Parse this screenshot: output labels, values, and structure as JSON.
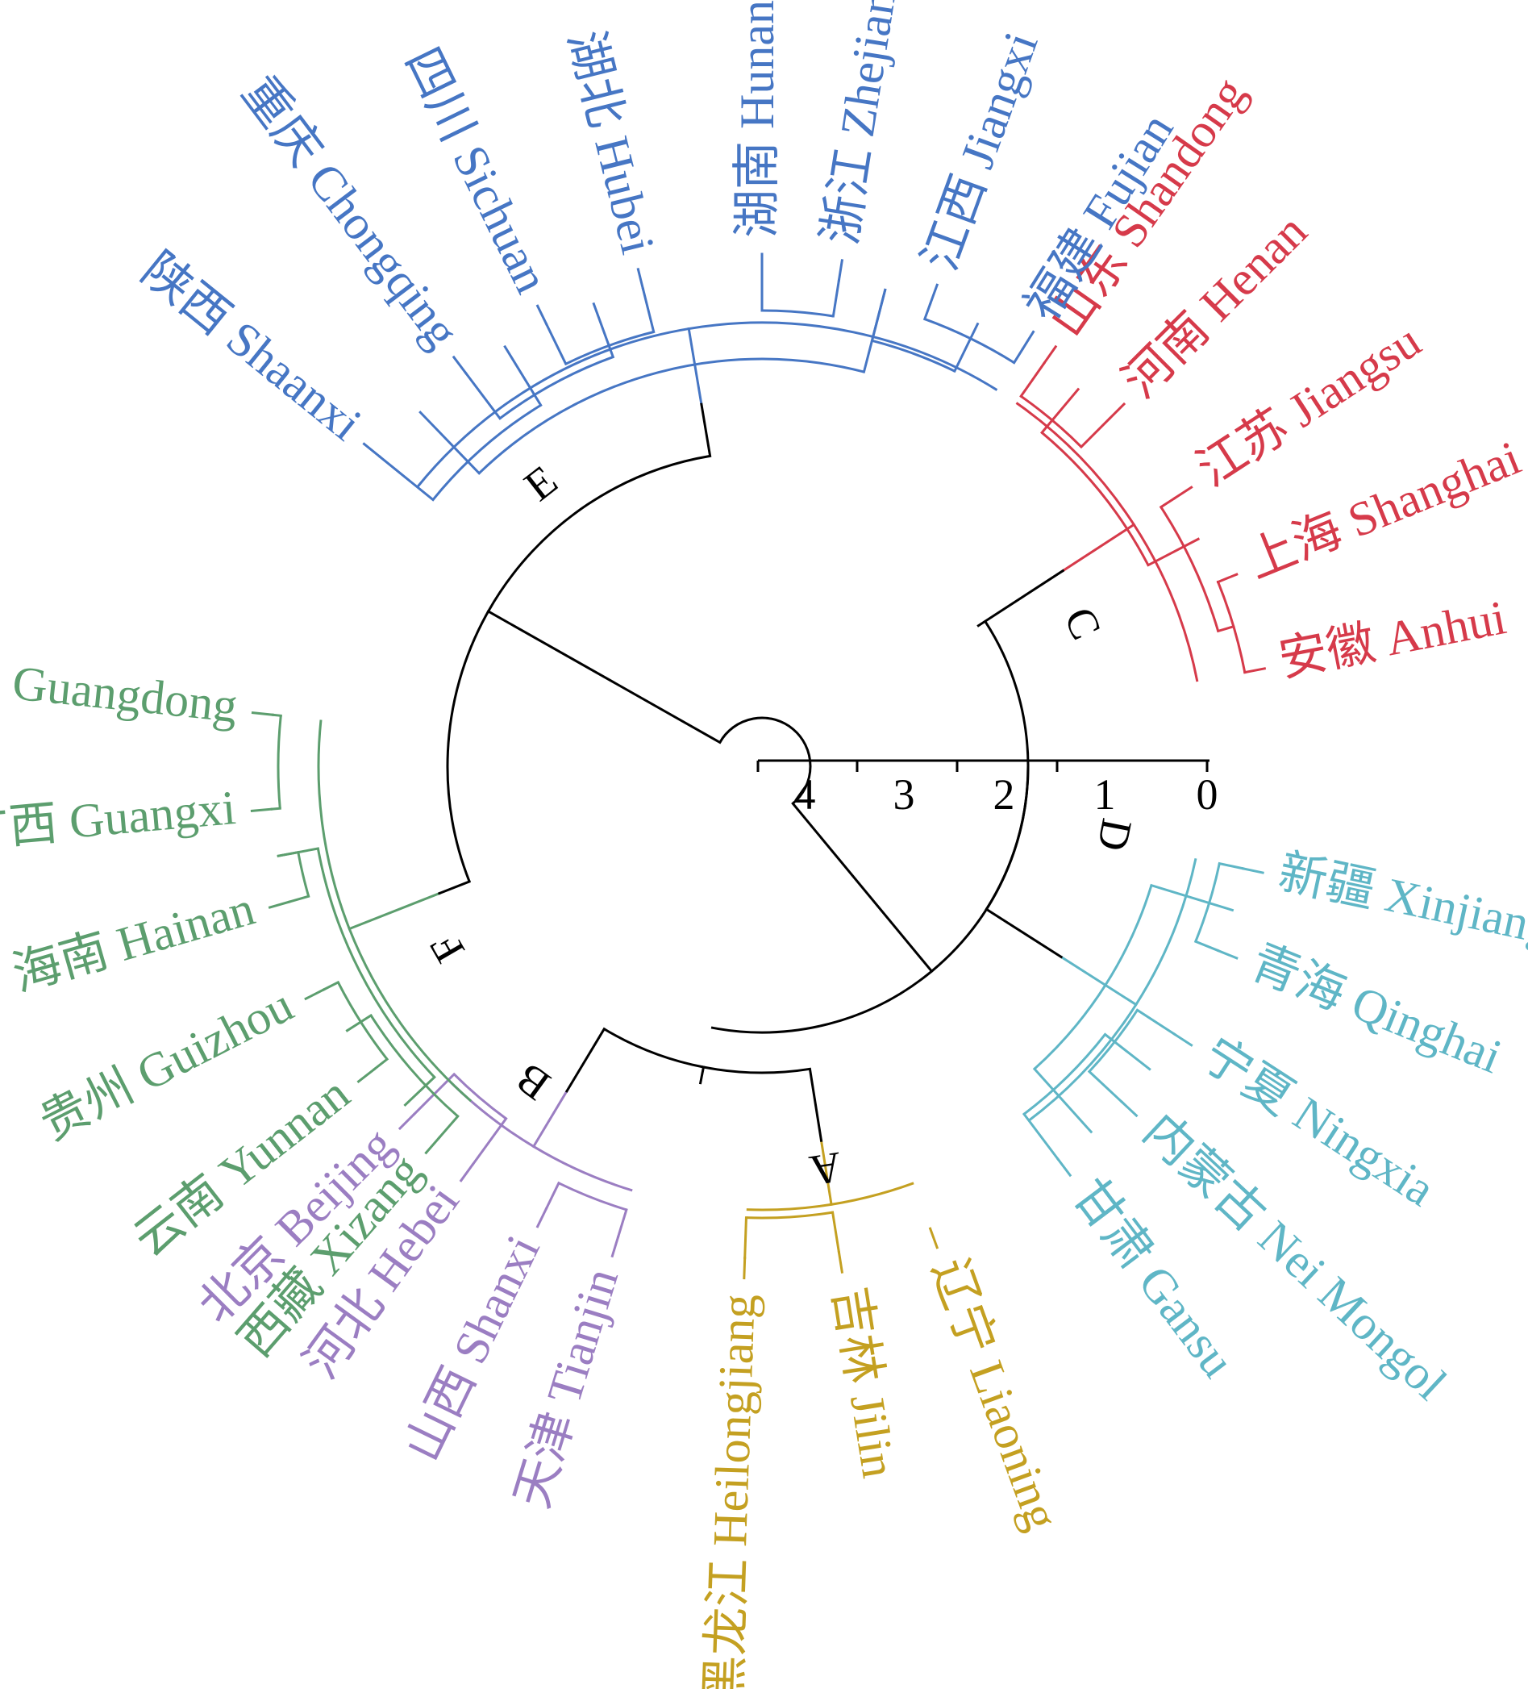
{
  "scale": {
    "ticks": [
      "4",
      "3",
      "2",
      "1",
      "0"
    ]
  },
  "clusters": [
    {
      "id": "A",
      "label": "A",
      "color": "#c4a021",
      "leaves": [
        "黑龙江 Heilongjiang",
        "吉林 Jilin",
        "辽宁 Liaoning"
      ]
    },
    {
      "id": "B",
      "label": "B",
      "color": "#9b7ec2",
      "leaves": [
        "北京 Beijing",
        "河北 Hebei",
        "山西 Shanxi",
        "天津 Tianjin"
      ]
    },
    {
      "id": "C",
      "label": "C",
      "color": "#d63a4a",
      "leaves": [
        "山东 Shandong",
        "河南 Henan",
        "江苏 Jiangsu",
        "上海 Shanghai",
        "安徽 Anhui"
      ]
    },
    {
      "id": "D",
      "label": "D",
      "color": "#5fb6c6",
      "leaves": [
        "新疆 Xinjiang",
        "青海 Qinghai",
        "宁夏 Ningxia",
        "内蒙古 Nei Mongol",
        "甘肃 Gansu"
      ]
    },
    {
      "id": "E",
      "label": "E",
      "color": "#4676c4",
      "leaves": [
        "陕西 Shaanxi",
        "重庆 Chongqing",
        "四川 Sichuan",
        "湖北 Hubei",
        "湖南 Hunan",
        "浙江 Zhejiang",
        "江西 Jiangxi",
        "福建 Fujian"
      ]
    },
    {
      "id": "F",
      "label": "F",
      "color": "#5c9e6e",
      "leaves": [
        "广东 Guangdong",
        "广西 Guangxi",
        "海南 Hainan",
        "贵州 Guizhou",
        "云南 Yunnan",
        "西藏 Xizang"
      ]
    }
  ]
}
